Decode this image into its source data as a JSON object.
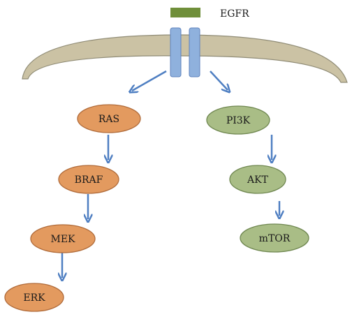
{
  "legend": {
    "label": "EGFR",
    "color": "#6f8f3a"
  },
  "colors": {
    "membrane_fill": "#cbc2a4",
    "membrane_stroke": "#8f8b75",
    "receptor_fill": "#8fb1dd",
    "receptor_stroke": "#5f83bd",
    "arrow": "#4f7fc2",
    "mapk_fill": "#e39a5f",
    "mapk_stroke": "#b06b3a",
    "pi3k_fill": "#a9bd86",
    "pi3k_stroke": "#6f8750"
  },
  "pathways": {
    "mapk": {
      "nodes": [
        "RAS",
        "BRAF",
        "MEK",
        "ERK"
      ]
    },
    "pi3k": {
      "nodes": [
        "PI3K",
        "AKT",
        "mTOR"
      ]
    }
  }
}
